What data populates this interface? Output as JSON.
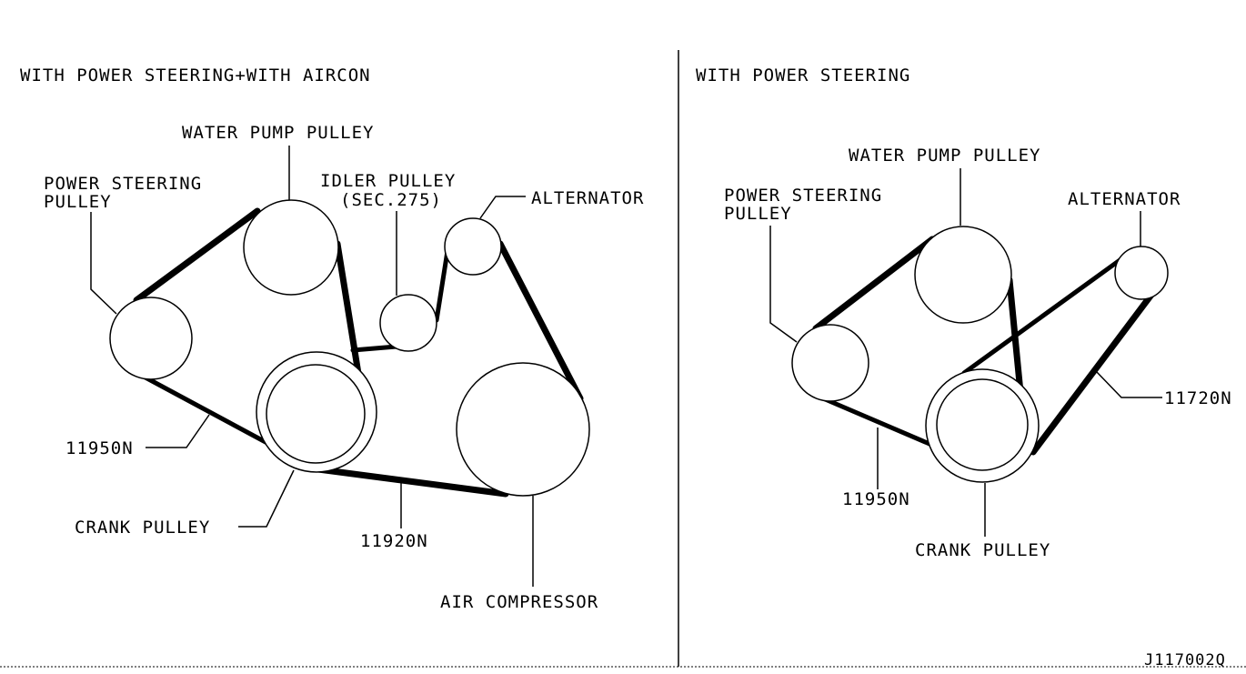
{
  "left_panel": {
    "title": "WITH POWER STEERING+WITH AIRCON",
    "labels": {
      "water_pump": "WATER PUMP PULLEY",
      "power_steering_1": "POWER STEERING",
      "power_steering_2": "PULLEY",
      "idler_1": "IDLER PULLEY",
      "idler_2": "(SEC.275)",
      "alternator": "ALTERNATOR",
      "belt_11950": "11950N",
      "crank": "CRANK PULLEY",
      "belt_11920": "11920N",
      "air_compressor": "AIR COMPRESSOR"
    }
  },
  "right_panel": {
    "title": "WITH POWER STEERING",
    "labels": {
      "water_pump": "WATER PUMP PULLEY",
      "power_steering_1": "POWER STEERING",
      "power_steering_2": "PULLEY",
      "alternator": "ALTERNATOR",
      "belt_11720": "11720N",
      "belt_11950": "11950N",
      "crank": "CRANK PULLEY"
    }
  },
  "figure_id": "J117002Q"
}
